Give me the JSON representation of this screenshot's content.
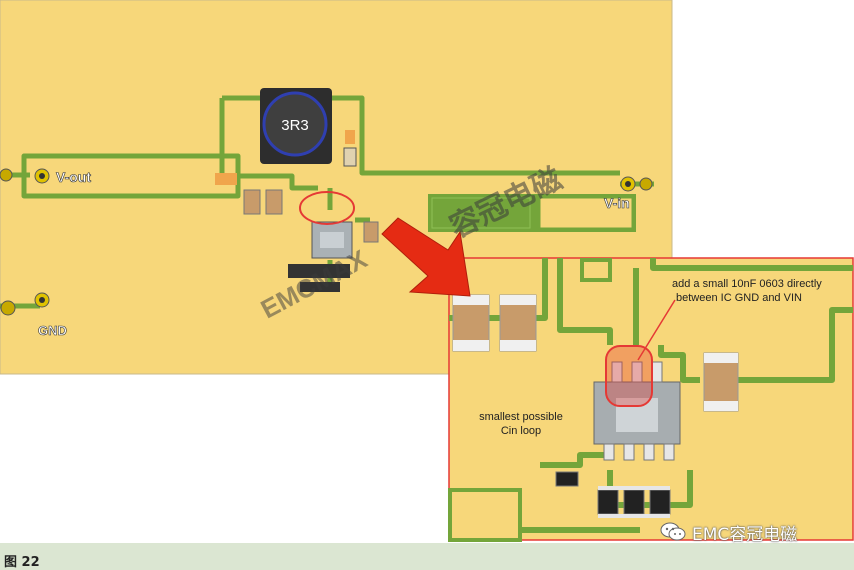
{
  "labels": {
    "inductor": "3R3",
    "vout": "V-out",
    "vin": "V-in",
    "gnd": "GND",
    "note_line1": "add a small 10nF 0603 directly",
    "note_line2": "between IC GND and VIN",
    "loop_line1": "smallest possible",
    "loop_line2": "Cin loop"
  },
  "watermarks": {
    "center_cn": "容冠电磁",
    "center_en": "EMCMAX",
    "bottom_right": "EMC容冠电磁"
  },
  "caption": "图 22",
  "colors": {
    "board": "#f7d77a",
    "trace": "#74a53a",
    "highlight": "#e53935",
    "arrow": "#e52b13"
  },
  "icons": {
    "wechat": "wechat-icon"
  }
}
